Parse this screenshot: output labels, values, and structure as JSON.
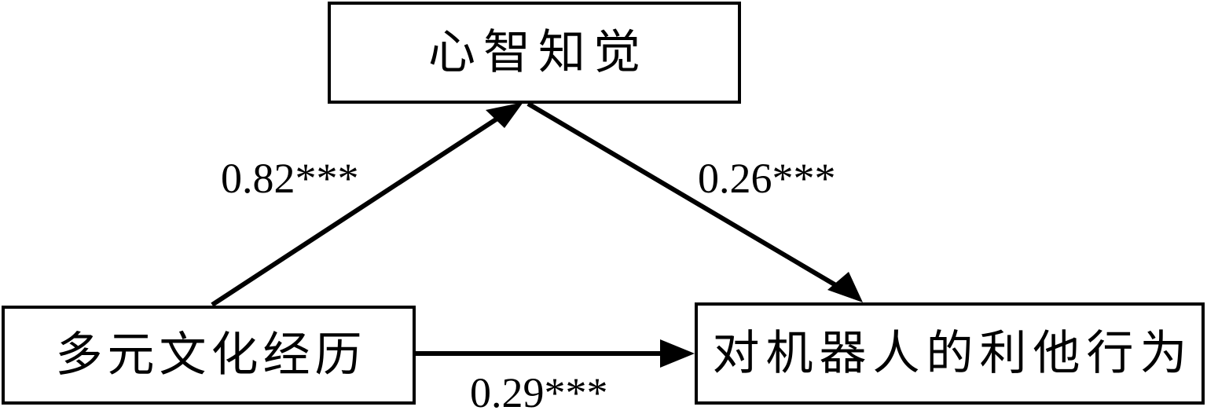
{
  "diagram": {
    "type": "mediation-path-model",
    "background_color": "#ffffff",
    "line_color": "#000000",
    "nodes": [
      {
        "id": "mind-perception",
        "label": "心智知觉",
        "role": "mediator",
        "position": "top-center"
      },
      {
        "id": "multicultural-experience",
        "label": "多元文化经历",
        "role": "predictor",
        "position": "bottom-left"
      },
      {
        "id": "altruistic-behavior",
        "label": "对机器人的利他行为",
        "role": "outcome",
        "position": "bottom-right"
      }
    ],
    "edges": [
      {
        "id": "a-path",
        "from": "multicultural-experience",
        "to": "mind-perception",
        "coefficient": "0.82***",
        "arrow": "single"
      },
      {
        "id": "b-path",
        "from": "mind-perception",
        "to": "altruistic-behavior",
        "coefficient": "0.26***",
        "arrow": "single"
      },
      {
        "id": "c-path",
        "from": "multicultural-experience",
        "to": "altruistic-behavior",
        "coefficient": "0.29***",
        "arrow": "single"
      }
    ]
  }
}
